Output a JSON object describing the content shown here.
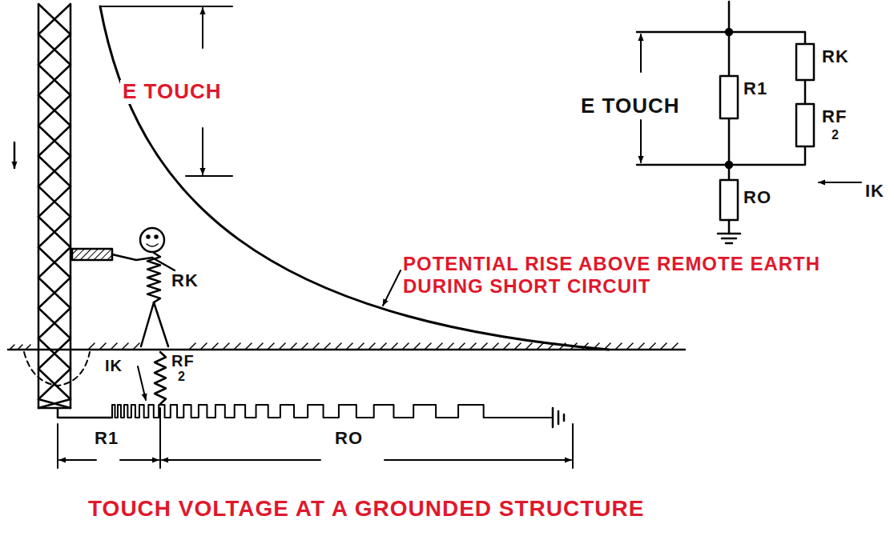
{
  "diagram": {
    "caption": "TOUCH VOLTAGE AT A GROUNDED STRUCTURE",
    "labels": [
      "E TOUCH",
      "POTENTIAL RISE ABOVE REMOTE EARTH DURING SHORT CIRCUIT",
      "RK",
      "IK",
      "RF",
      "2",
      "R1",
      "RO",
      "E TOUCH",
      "R1",
      "RK",
      "RF",
      "2",
      "RO",
      "IK"
    ]
  }
}
